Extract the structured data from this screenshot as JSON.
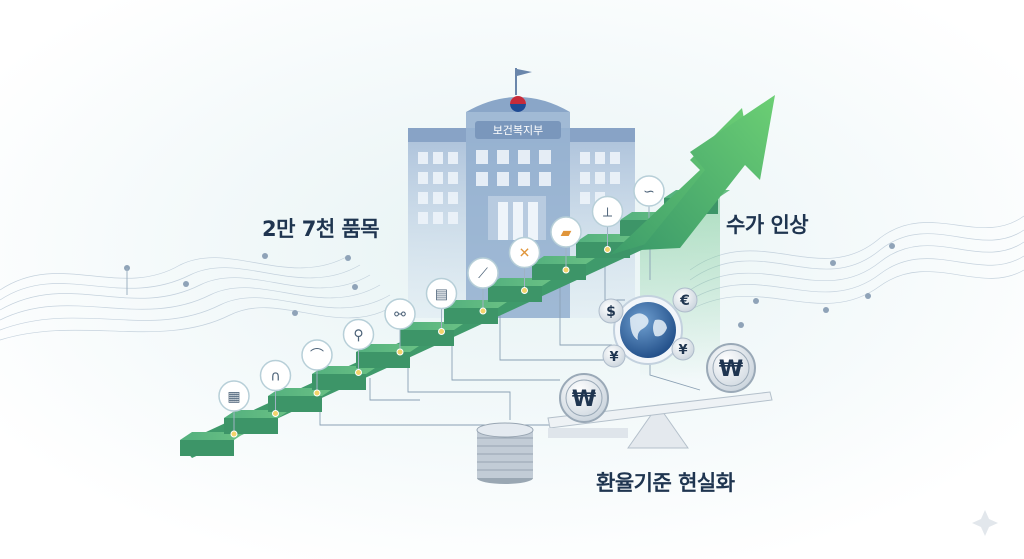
{
  "labels": {
    "items": "2만 7천 품목",
    "fee": "수가 인상",
    "exchange": "환율기준 현실화"
  },
  "building": {
    "sign": "보건복지부"
  },
  "currency": {
    "dollar": "$",
    "euro": "€",
    "yen": "¥",
    "won": "₩"
  },
  "stair_icons": [
    "stent-icon",
    "forceps-icon",
    "catheter-icon",
    "knee-implant-icon",
    "hip-implant-icon",
    "mesh-icon",
    "syringe-icon",
    "bandage-icon",
    "plaster-icon",
    "bone-screw-icon",
    "suture-icon"
  ],
  "colors": {
    "stairs": "#4fae7c",
    "arrow": "#5bbf6f",
    "navy": "#1f3550",
    "building": "#8fa9c9"
  }
}
